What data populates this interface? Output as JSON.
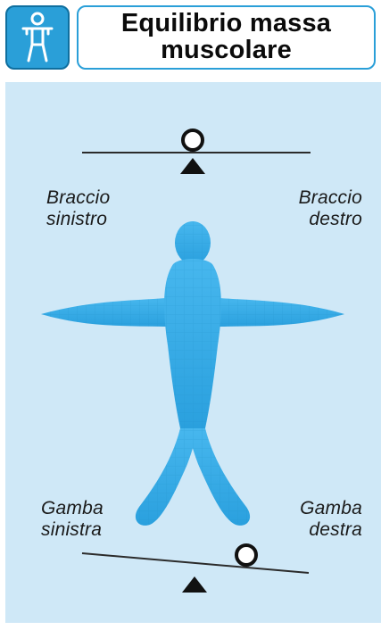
{
  "header": {
    "title_line_1": "Equilibrio massa",
    "title_line_2": "muscolare",
    "icon": "human-figure-icon"
  },
  "labels": {
    "left_arm_line_1": "Braccio",
    "left_arm_line_2": "sinistro",
    "right_arm_line_1": "Braccio",
    "right_arm_line_2": "destro",
    "left_leg_line_1": "Gamba",
    "left_leg_line_2": "sinistra",
    "right_leg_line_1": "Gamba",
    "right_leg_line_2": "destra"
  },
  "colors": {
    "panel_bg": "#cfe8f7",
    "accent_blue": "#2a9fd8",
    "body_blue": "#38aee8",
    "text": "#1a1a1a"
  }
}
